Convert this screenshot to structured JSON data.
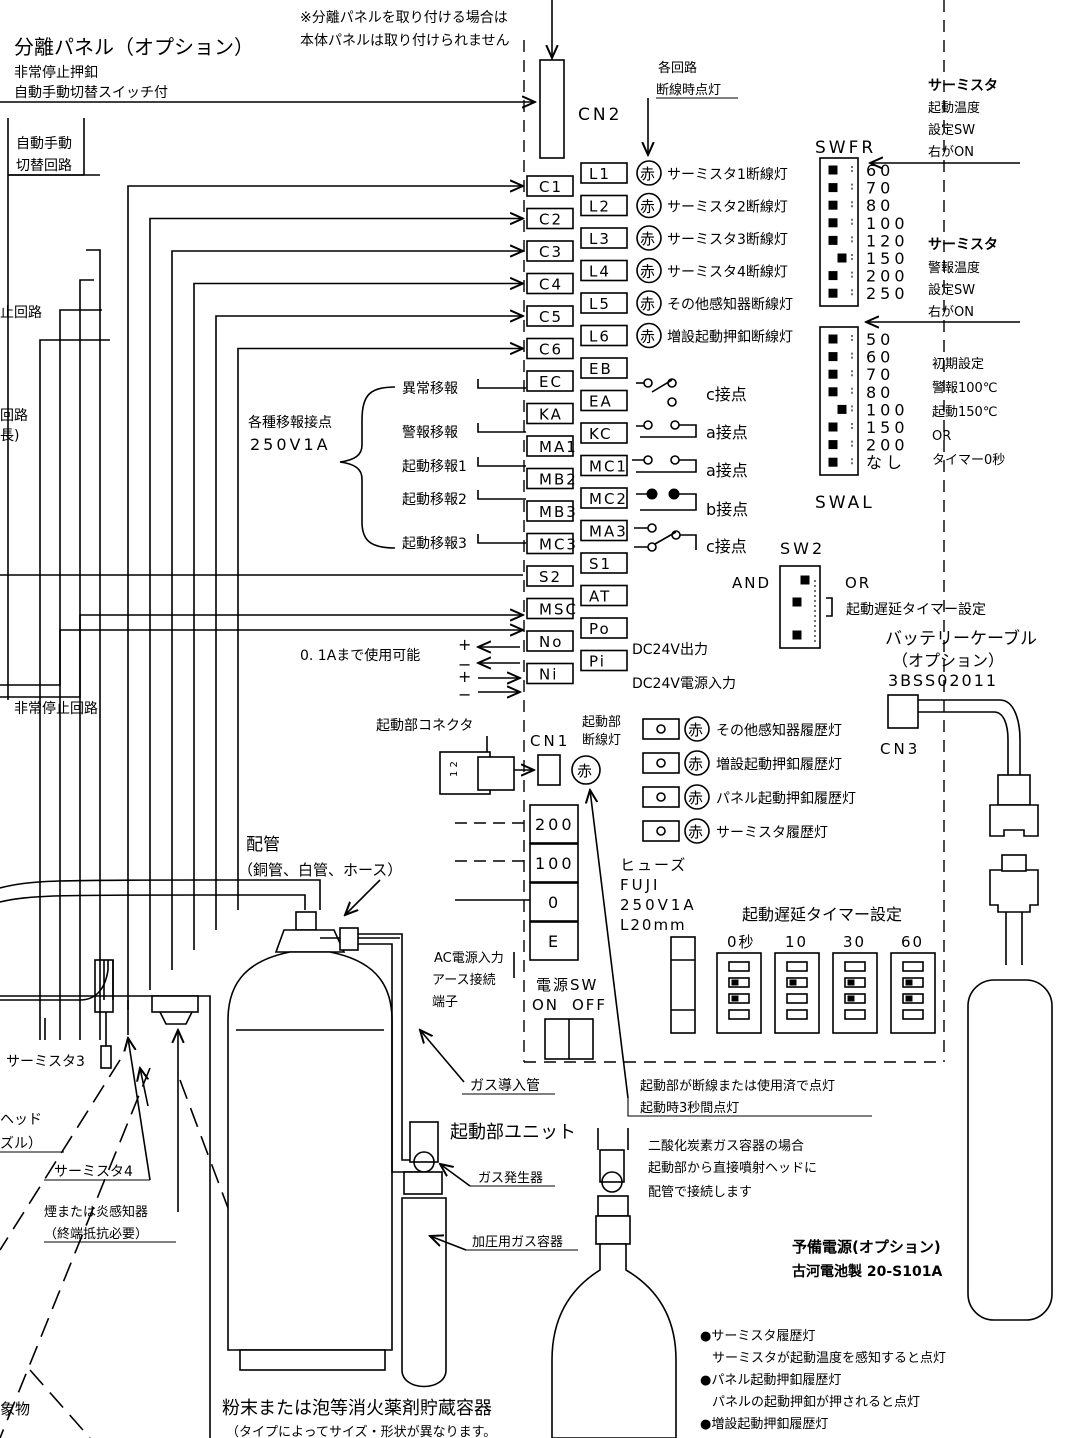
{
  "top_note": [
    "※分離パネルを取り付ける場合は",
    "本体パネルは取り付けられません"
  ],
  "sep_panel": {
    "title": "分離パネル（オプション）",
    "sub1": "非常停止押釦",
    "sub2": "自動手動切替スイッチ付",
    "auto_switch": [
      "自動手動",
      "切替回路"
    ],
    "stop_circuit_cut": "止回路",
    "stop_circuit": "非常停止回路",
    "cut_a": "回路",
    "cut_b": "長)"
  },
  "cn": {
    "cn2": "CN2",
    "cn1": "CN1",
    "cn3": "CN3"
  },
  "break_note": [
    "各回路",
    "断線時点灯"
  ],
  "thermistor_start": {
    "title": "サーミスタ",
    "l1": "起動温度",
    "l2": "設定SW",
    "l3": "右がON"
  },
  "thermistor_alarm": {
    "title": "サーミスタ",
    "l1": "警報温度",
    "l2": "設定SW",
    "l3": "右がON"
  },
  "swfr": {
    "label": "SWFR",
    "values": [
      "60",
      "70",
      "80",
      "100",
      "120",
      "150",
      "200",
      "250"
    ]
  },
  "swal": {
    "label": "SWAL",
    "values": [
      "50",
      "60",
      "70",
      "80",
      "100",
      "150",
      "200",
      "なし"
    ]
  },
  "initial": {
    "title": "初期設定",
    "l1": "警報100℃",
    "l2": "起動150℃",
    "l3": "OR",
    "l4": "タイマー0秒"
  },
  "terminals": {
    "left": [
      "C1",
      "C2",
      "C3",
      "C4",
      "C5",
      "C6",
      "EC",
      "KA",
      "MA1",
      "MB2",
      "MB3",
      "MC3",
      "S2",
      "MSC",
      "No",
      "Ni"
    ],
    "right": [
      "L1",
      "L2",
      "L3",
      "L4",
      "L5",
      "L6",
      "EB",
      "EA",
      "KC",
      "MC1",
      "MC2",
      "MA3",
      "S1",
      "AT",
      "Po",
      "Pi"
    ]
  },
  "red_mark": "赤",
  "lamps": [
    "サーミスタ1断線灯",
    "サーミスタ2断線灯",
    "サーミスタ3断線灯",
    "サーミスタ4断線灯",
    "その他感知器断線灯",
    "増設起動押釦断線灯"
  ],
  "relay_outputs": [
    "異常移報",
    "警報移報",
    "起動移報1",
    "起動移報2",
    "起動移報3"
  ],
  "relay_contact": {
    "title": "各種移報接点",
    "rating": "250V1A"
  },
  "contacts": [
    "c接点",
    "a接点",
    "a接点",
    "b接点",
    "c接点"
  ],
  "sw2": {
    "label": "SW2",
    "and": "AND",
    "or": "OR",
    "timer": "起動遅延タイマー設定"
  },
  "power": {
    "usage": "0. 1Aまで使用可能",
    "dc_out": "DC24V出力",
    "dc_in": "DC24V電源入力"
  },
  "battery": {
    "l1": "バッテリーケーブル",
    "l2": "（オプション）",
    "l3": "3BSS02011"
  },
  "starter_connector": "起動部コネクタ",
  "starter_lamp": [
    "起動部",
    "断線灯"
  ],
  "connector_pins": "1 2",
  "history_lamps": [
    "その他感知器履歴灯",
    "増設起動押釦履歴灯",
    "パネル起動押釦履歴灯",
    "サーミスタ履歴灯"
  ],
  "ac_terminals": [
    "200",
    "100",
    "0",
    "E"
  ],
  "ac_label": [
    "AC電源入力",
    "アース接続",
    "端子"
  ],
  "fuse": {
    "l1": "ヒューズ",
    "l2": "FUJI",
    "l3": "250V1A",
    "l4": "L20mm"
  },
  "power_sw": {
    "label": "電源SW",
    "on": "ON",
    "off": "OFF"
  },
  "delay_timer": {
    "title": "起動遅延タイマー設定",
    "values": [
      "0秒",
      "10",
      "30",
      "60"
    ]
  },
  "piping": {
    "title": "配管",
    "sub": "（銅管、白管、ホース）"
  },
  "sensors": {
    "thermistor3": "サーミスタ3",
    "thermistor4": "サーミスタ4",
    "detector": "煙または炎感知器",
    "resistor": "（終端抵抗必要）"
  },
  "head": [
    "ヘッド",
    "ズル）"
  ],
  "object_cut": "象物",
  "pipe_labels": {
    "gas_inlet": "ガス導入管",
    "gas_gen": "ガス発生器",
    "pressure": "加圧用ガス容器"
  },
  "starter_unit": "起動部ユニット",
  "starter_note": [
    "起動部が断線または使用済で点灯",
    "起動時3秒間点灯"
  ],
  "co2_note": [
    "二酸化炭素ガス容器の場合",
    "起動部から直接噴射ヘッドに",
    "配管で接続します"
  ],
  "spare_power": {
    "l1": "予備電源(オプション)",
    "l2": "古河電池製 20-S101A"
  },
  "container": {
    "title": "粉末または泡等消火薬剤貯蔵容器",
    "sub": "（タイプによってサイズ・形状が異なります。"
  },
  "notes": [
    "●サーミスタ履歴灯",
    "サーミスタが起動温度を感知すると点灯",
    "●パネル起動押釦履歴灯",
    "パネルの起動押釦が押されると点灯",
    "●増設起動押釦履歴灯"
  ]
}
